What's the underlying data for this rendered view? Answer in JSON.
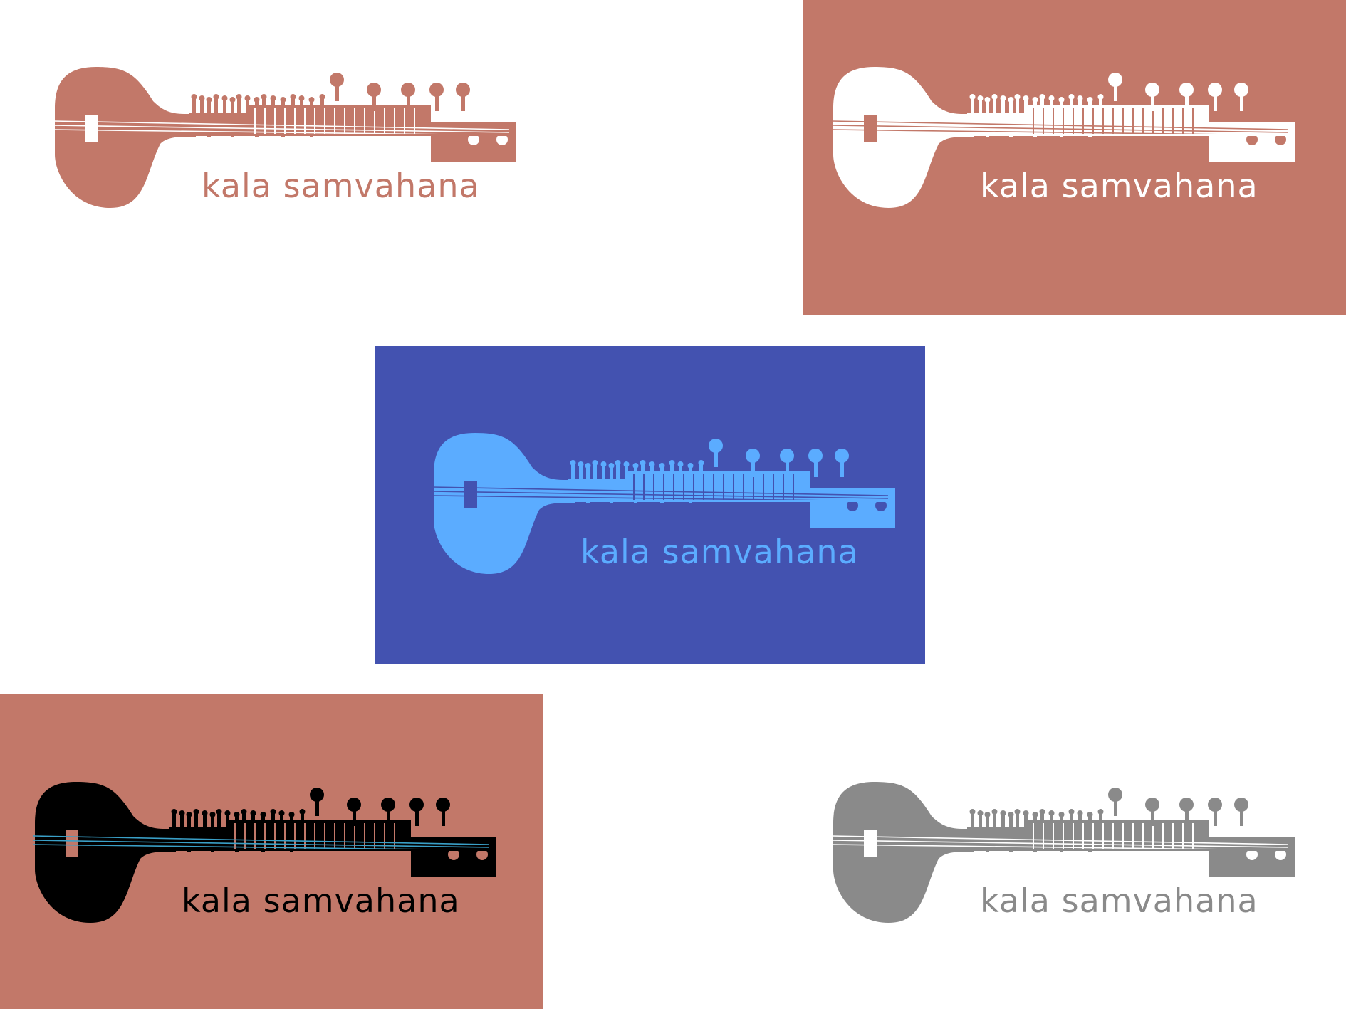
{
  "wordmark": "kala samvahana",
  "variants": [
    {
      "name": "terracotta-on-white",
      "background": "#ffffff",
      "body": "#c27869",
      "detail": "#ffffff",
      "string_color": "#ffffff"
    },
    {
      "name": "white-on-terracotta",
      "background": "#c27869",
      "body": "#ffffff",
      "detail": "#c27869",
      "string_color": "#c27869"
    },
    {
      "name": "lightblue-on-blue",
      "background": "#4352b0",
      "body": "#5bacff",
      "detail": "#4352b0",
      "string_color": "#4352b0"
    },
    {
      "name": "black-on-terracotta",
      "background": "#c27869",
      "body": "#000000",
      "detail": "#c27869",
      "string_color": "#3aa0c8"
    },
    {
      "name": "grey-on-white",
      "background": "#ffffff",
      "body": "#8a8a8a",
      "detail": "#ffffff",
      "string_color": "#ffffff"
    }
  ]
}
